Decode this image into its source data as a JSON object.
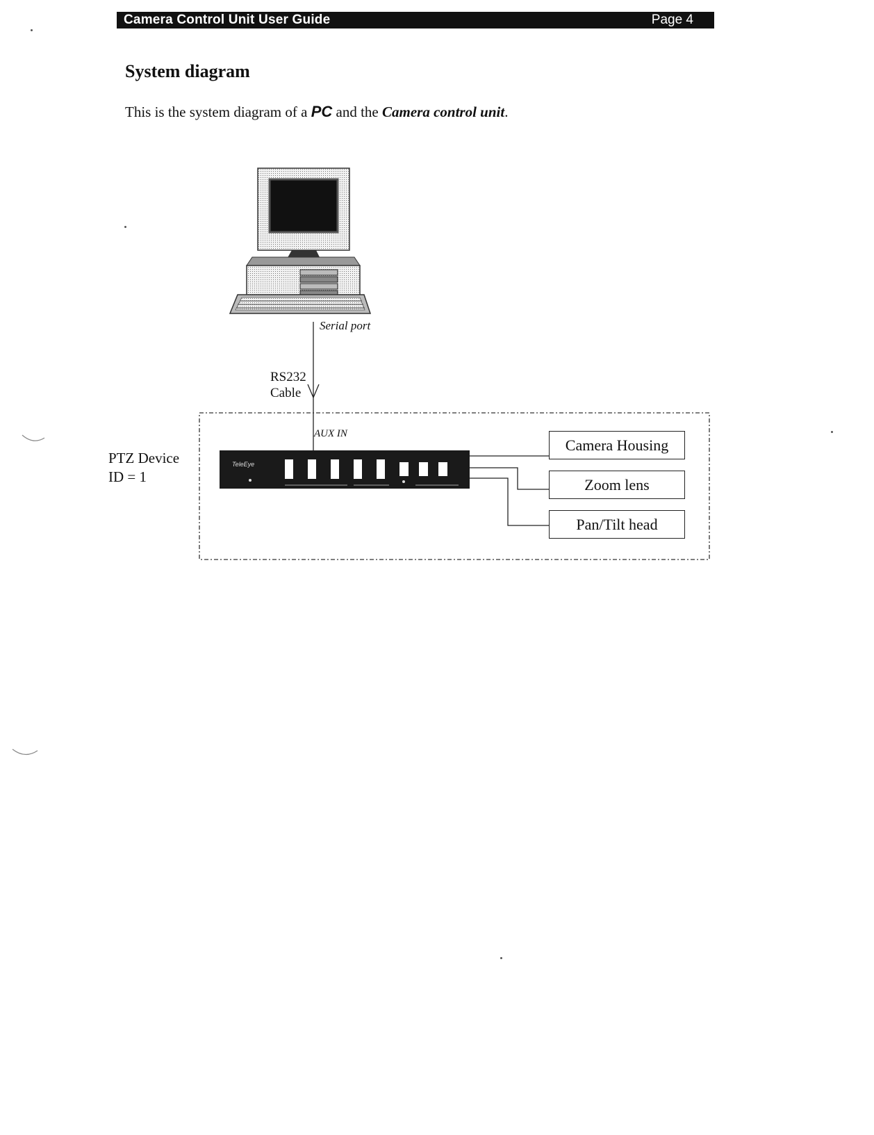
{
  "header": {
    "title": "Camera Control Unit User Guide",
    "page": "Page 4"
  },
  "section_title": "System diagram",
  "intro": {
    "before": "This is the system diagram of a ",
    "pc": "PC",
    "middle": " and the ",
    "ccu": "Camera control unit",
    "end": "."
  },
  "diagram": {
    "serial_port": "Serial port",
    "rs232": "RS232",
    "cable": "Cable",
    "aux_in": "AUX IN",
    "ptz_device": "PTZ Device",
    "ptz_id": "ID = 1",
    "device_logo": "TeleEye",
    "components": [
      "Camera Housing",
      "Zoom lens",
      "Pan/Tilt head"
    ]
  }
}
